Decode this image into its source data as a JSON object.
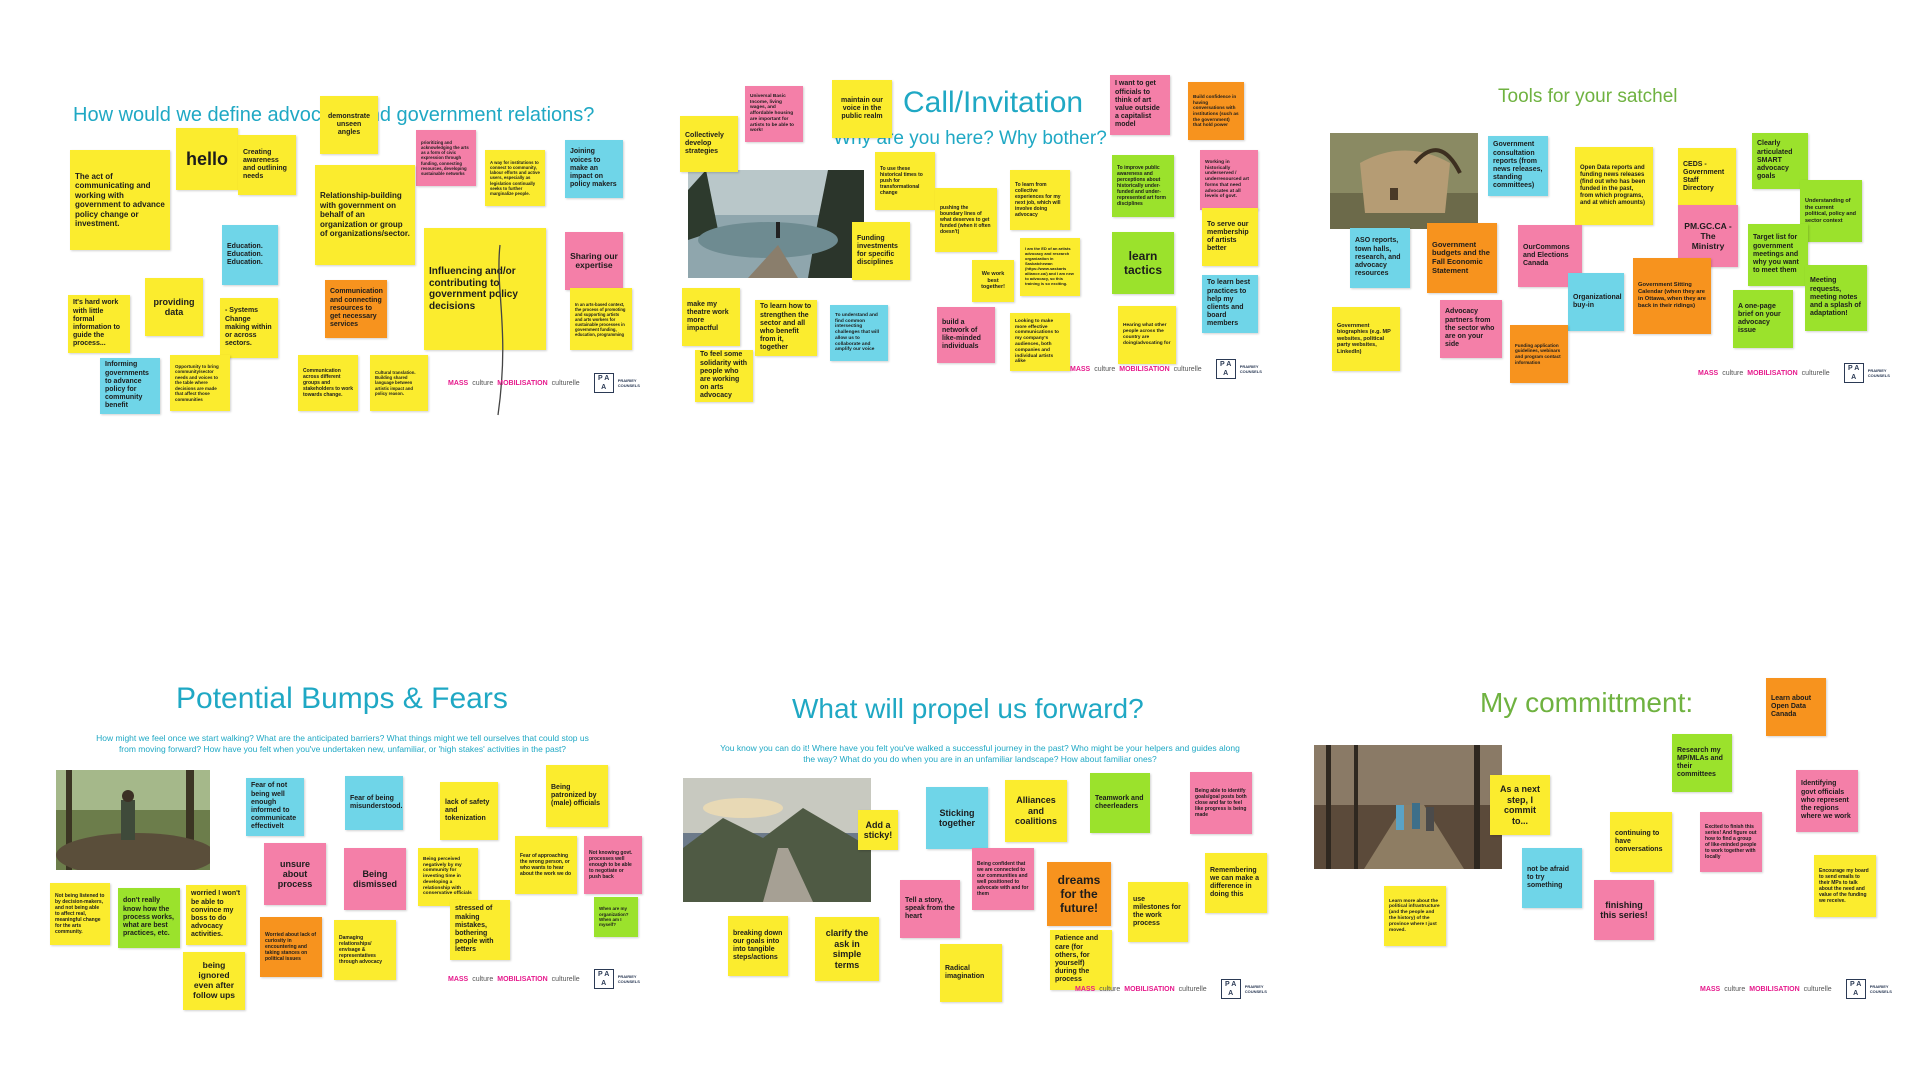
{
  "colors": {
    "title": "#1fa8c4",
    "yellow": "#fbec2e",
    "pink": "#f47fa8",
    "blue": "#6fd5e8",
    "orange": "#f7931e",
    "green": "#9be22c"
  },
  "footer": {
    "mass": "MASS",
    "culture": "culture",
    "mobilisation": "MOBILISATION",
    "culturelle": "culturelle",
    "pa": "P A\nA",
    "pa_text": "PRAIRIEY COUNSELS"
  },
  "boards": {
    "b1": {
      "title": "How would we define advocacy and government relations?",
      "notes": [
        "demonstrate unseen angles",
        "hello",
        "Creating awareness and outlining needs",
        "prioritizing and acknowledging the arts as a form of civic expression through funding, connecting resources, developing sustainable networks",
        "A way for institutions to connect to community, labour efforts and active users, especially as legislation continually seeks to further marginalize people.",
        "Joining voices to make an impact on policy makers",
        "The act of communicating and working with government to advance policy change or investment.",
        "Relationship-building with government on behalf of an organization or group of organizations/sector.",
        "Education. Education. Education.",
        "Influencing and/or contributing to government policy decisions",
        "Sharing our expertise",
        "It's hard work with little formal information to guide the process...",
        "providing data",
        "- Systems Change making within or across sectors.",
        "Communication and connecting resources to get necessary services",
        "In an arts-based context, the process of promoting and supporting artists and arts workers for sustainable processes in government funding, education, programming",
        "Informing governments to advance policy for community benefit",
        "Opportunity to bring community/sector needs and voices to the table where decisions are made that affect those communities",
        "Communication across different groups and stakeholders to work towards change.",
        "Cultural translation. Building shared language between artistic impact and policy reason."
      ]
    },
    "b2": {
      "title": "Call/Invitation",
      "subtitle": "Why are you here? Why bother?",
      "notes": [
        "Universal Basic Income, living wages, and affordable housing are important for artists to be able to work!",
        "maintain our voice in the public realm",
        "I want to get officials to think of art value outside a capitalist model",
        "Build confidence in having conversations with institutions (such as the government) that hold power",
        "Collectively develop strategies",
        "To use these historical times to push for transformational change",
        "pushing the boundary lines of what deserves to get funded (when it often doesn't)",
        "To learn from collective experiences for my next job, which will involve doing advocacy",
        "To improve public awareness and perceptions about historically under-funded and under-represented art form disciplines",
        "Working in historically underserved / underresourced art forms that need advocates at all levels of govt.",
        "Funding investments for specific disciplines",
        "I am the ED of an artists advocacy and research organization in Saskatchewan (https://www.saskarts alliance.ca/) and I am new to advocacy, so this training is so exciting.",
        "We work best together!",
        "learn tactics",
        "To serve our membership of artists better",
        "make my theatre work more impactful",
        "To learn how to strengthen the sector and all who benefit from it, together",
        "To understand and find common intersecting challenges that will allow us to collaborate and amplify our voice",
        "build a network of like-minded individuals",
        "Looking to make more effective communications to my company's audiences, both companies and individual artists alike",
        "Hearing what other people across the country are doing/advocating for",
        "To learn best practices to help my clients and board members",
        "To feel some solidarity with people who are working on arts advocacy"
      ]
    },
    "b3": {
      "title": "Tools for your satchel",
      "notes": [
        "Government consultation reports (from news releases, standing committees)",
        "Open Data reports and funding news releases (find out who has been funded in the past, from which programs, and at which amounts)",
        "CEDS - Government Staff Directory",
        "Clearly articulated SMART advocacy goals",
        "Understanding of the current political, policy and sector context",
        "ASO reports, town halls, research, and advocacy resources",
        "Government budgets and the Fall Economic Statement",
        "OurCommons and Elections Canada",
        "PM.GC.CA - The Ministry",
        "Target list for government meetings and why you want to meet them",
        "Government biographies (e.g. MP websites, political party websites, LinkedIn)",
        "Advocacy partners from the sector who are on your side",
        "Organizational buy-in",
        "Government Sitting Calendar (when they are in Ottawa, when they are back in their ridings)",
        "A one-page brief on your advocacy issue",
        "Meeting requests, meeting notes and a splash of adaptation!",
        "Funding application guidelines, webinars and program contact information"
      ]
    },
    "b4": {
      "title": "Potential Bumps & Fears",
      "subtitle": "How might we feel once we start walking? What are the anticipated barriers? What things might we tell ourselves that could stop us from moving forward? How have you felt when you've undertaken new, unfamiliar, or 'high stakes' activities in the past?",
      "notes": [
        "Fear of not being well enough informed to communicate effectivelt",
        "Fear of being misunderstood.",
        "lack of safety and tokenization",
        "Being patronized by (male) officials",
        "unsure about process",
        "Being dismissed",
        "Being perceived negatively by my community for investing time in developing a relationship with conservative officials",
        "Fear of approaching the wrong person, or who wants to hear about the work we do",
        "Not knowing govt. processes well enough to be able to negotiate or push back",
        "Not being listened to by decision-makers, and not being able to affect real, meaningful change for the arts community.",
        "don't really know how the process works, what are best practices, etc.",
        "worried I won't be able to convince my boss to do advocacy activities.",
        "Worried about lack of curiosity in encountering and taking stances on political issues",
        "Damaging relationships/ envisage & representatives through advocacy",
        "stressed of making mistakes, bothering people with letters",
        "When are my organization? When am I myself?",
        "being ignored even after follow ups"
      ]
    },
    "b5": {
      "title": "What will propel us forward?",
      "subtitle": "You know you can do it! Where have you felt you've walked a successful journey in the past? Who might be your helpers and guides along the way? What do you do when you are in an unfamiliar landscape? How about familiar ones?",
      "notes": [
        "Sticking together",
        "Alliances and coalitions",
        "Teamwork and cheerleaders",
        "Being able to identify goals/goal posts both close and far to feel like progress is being made",
        "Add a sticky!",
        "Being confident that we are connected to our communities and well positioned to advocate with and for them",
        "dreams for the future!",
        "Remembering we can make a difference in doing this",
        "Tell a story, speak from the heart",
        "use milestones for the work process",
        "breaking down our goals into into tangible steps/actions",
        "clarify the ask in simple terms",
        "Radical imagination",
        "Patience and care (for others, for yourself) during the process"
      ]
    },
    "b6": {
      "title": "My committment:",
      "notes": [
        "Learn about Open Data Canada",
        "Research my MP/MLAs and their committees",
        "Identifying govt officials who represent the regions where we work",
        "As a next step, I commit to...",
        "continuing to have conversations",
        "Excited to finish this series! And figure out how to find a group of like-minded people to work together with locally",
        "not be afraid to try something",
        "Encourage my board to send emails to their MPs to talk about the need and value of the funding we receive.",
        "finishing this series!",
        "Learn more about the political infrastructure (and the people and the history) of the province where I just moved."
      ]
    }
  }
}
